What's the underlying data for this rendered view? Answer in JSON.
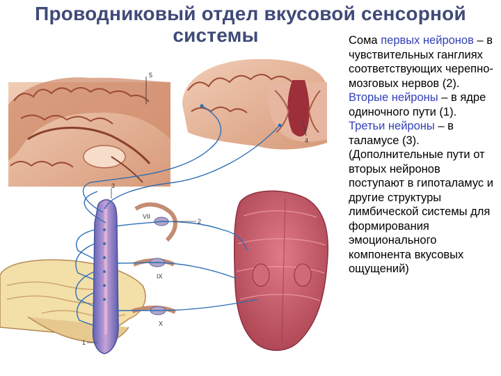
{
  "title": {
    "line1": "Проводниковый отдел вкусовой сенсорной",
    "line2": "системы"
  },
  "caption": {
    "p1_lead": "Сома ",
    "p1_hl": "первых нейронов",
    "p1_rest": " – в чувствительных ганглиях соответствующих черепно-мозговых нервов (2).",
    "p2_hl": "Вторые нейроны",
    "p2_rest": " – в ядре одиночного пути (1).",
    "p3_hl": "Третьи нейроны",
    "p3_rest": " – в таламусе (3). (Дополнительные пути от вторых нейронов поступают в гипоталамус и другие структуры лимбической системы для формирования эмоционального компонента вкусовых ощущений)"
  },
  "figure_labels": {
    "n1": "1",
    "n2": "2",
    "n3": "3",
    "n4": "4",
    "n5": "5",
    "vii": "VII",
    "ix": "IX",
    "x": "X"
  },
  "colors": {
    "title": "#404a78",
    "highlight": "#3340b8",
    "nerve_blue": "#2d6fb5",
    "brain_tissue": "#e7b99f",
    "brain_dark": "#a55a3e",
    "tongue": "#c85a6b"
  }
}
